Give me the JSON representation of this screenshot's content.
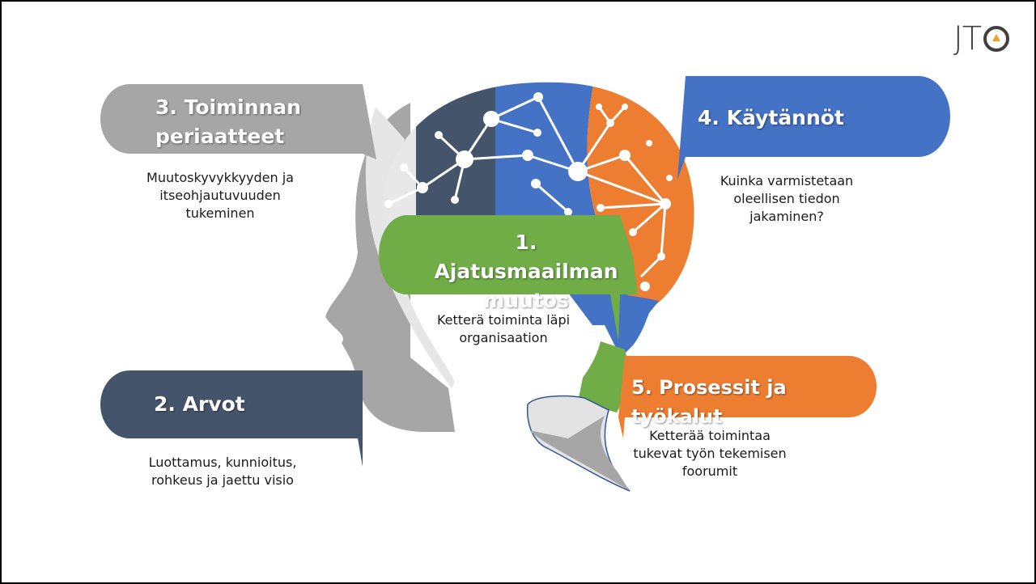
{
  "logo": {
    "text": "JT",
    "icon": "circle-triangle-icon",
    "accent": "#f0a323"
  },
  "colors": {
    "grey": "#a6a6a6",
    "navy": "#44546a",
    "blue": "#4472c4",
    "orange": "#ed7d31",
    "green": "#70ad47",
    "light_grey": "#e5e5e5"
  },
  "items": [
    {
      "heading": "1. Ajatusmaailman muutos",
      "description": "Ketterä toiminta läpi organisaation",
      "color": "#70ad47"
    },
    {
      "heading": "2. Arvot",
      "description": "Luottamus, kunnioitus, rohkeus ja  jaettu visio",
      "color": "#44546a"
    },
    {
      "heading": "3. Toiminnan periaatteet",
      "description": "Muutoskyvykkyyden ja itseohjautuvuuden tukeminen",
      "color": "#a6a6a6"
    },
    {
      "heading": "4.  Käytännöt",
      "description": "Kuinka varmistetaan oleellisen tiedon jakaminen?",
      "color": "#4472c4"
    },
    {
      "heading": "5. Prosessit ja työkalut",
      "description": "Ketterää toimintaa tukevat työn tekemisen foorumit",
      "color": "#ed7d31"
    }
  ],
  "head_icon": "human-head-brain-network-icon"
}
